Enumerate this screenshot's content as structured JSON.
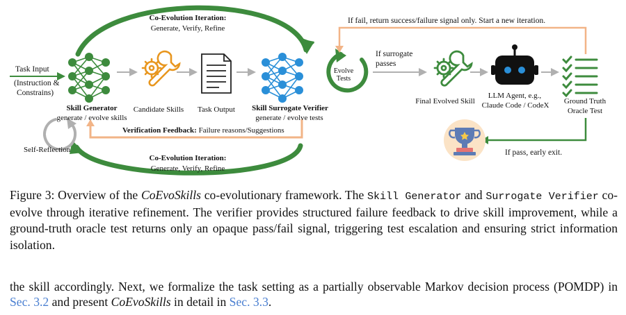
{
  "figure": {
    "top_iteration": {
      "title": "Co-Evolution Iteration:",
      "subtitle": "Generate, Verify, Refine"
    },
    "bottom_iteration": {
      "title": "Co-Evolution Iteration:",
      "subtitle": "Generate, Verify, Refine"
    },
    "task_input": "Task Input",
    "instruction_line1": "(Instruction &",
    "instruction_line2": "Constrains)",
    "skill_generator": {
      "title": "Skill Generator",
      "subtitle": "generate / evolve skills"
    },
    "candidate_skills": "Candidate Skills",
    "task_output": "Task Output",
    "surrogate_verifier": {
      "title": "Skill Surrogate Verifier",
      "subtitle": "generate / evolve tests"
    },
    "verification_feedback": {
      "bold": "Verification Feedback:",
      "text": " Failure reasons/Suggestions"
    },
    "self_reflection": "Self-Reflection",
    "evolve_tests_line1": "Evolve",
    "evolve_tests_line2": "Tests",
    "if_surrogate_line1": "If surrogate",
    "if_surrogate_line2": "passes",
    "final_evolved_skill": "Final Evolved Skill",
    "llm_agent_line1": "LLM Agent, e.g.,",
    "llm_agent_line2": "Claude Code / CodeX",
    "ground_truth_line1": "Ground Truth",
    "ground_truth_line2": "Oracle Test",
    "if_fail": "If fail, return success/failure signal only. Start a new iteration.",
    "if_pass": "If pass, early exit.",
    "colors": {
      "green": "#3d8b3d",
      "orange": "#f2b487",
      "blue": "#2a8fd8",
      "icon_orange": "#e8961e",
      "gray": "#b0b0b0"
    }
  },
  "caption": {
    "p1": "Figure 3: Overview of the ",
    "italic1": "CoEvoSkills",
    "p2": " co-evolutionary framework. The ",
    "mono1": "Skill Generator",
    "p3": " and ",
    "mono2": "Surrogate Verifier",
    "p4": " co-evolve through iterative refinement. The verifier provides structured failure feedback to drive skill improvement, while a ground-truth oracle test returns only an opaque pass/fail signal, triggering test escalation and ensuring strict information isolation."
  },
  "body": {
    "p1": "the skill accordingly. Next, we formalize the task setting as a partially observable Markov decision process (POMDP) in ",
    "ref1": "Sec. 3.2",
    "p2": " and present ",
    "italic": "CoEvoSkills",
    "p3": " in detail in ",
    "ref2": "Sec. 3.3",
    "p4": "."
  }
}
